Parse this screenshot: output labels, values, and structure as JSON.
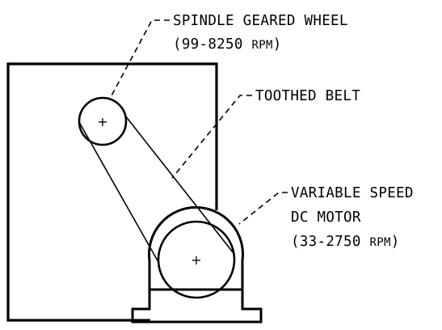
{
  "labels": {
    "spindle": {
      "name": "SPINDLE GEARED WHEEL",
      "speed_open": "(99-8250 ",
      "speed_unit": "RPM",
      "speed_close": ")"
    },
    "belt": {
      "name": "TOOTHED BELT"
    },
    "motor": {
      "name_line1": "VARIABLE SPEED",
      "name_line2": "DC MOTOR",
      "speed_open": "(33-2750 ",
      "speed_unit": "RPM",
      "speed_close": ")"
    }
  },
  "markers": {
    "center": "+"
  }
}
